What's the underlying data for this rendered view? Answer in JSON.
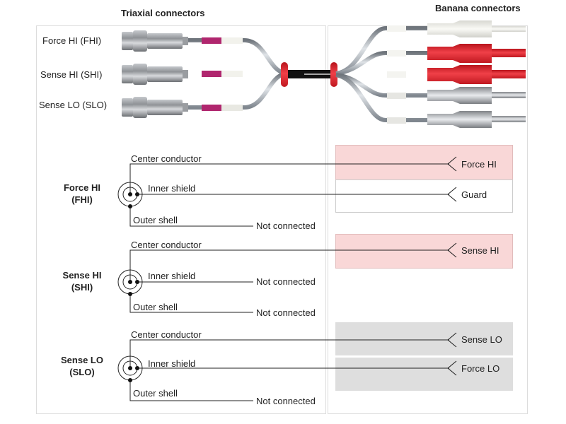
{
  "headers": {
    "triaxial": "Triaxial connectors",
    "banana": "Banana connectors"
  },
  "photo": {
    "triax_labels": [
      "Force HI (FHI)",
      "Sense HI (SHI)",
      "Sense LO (SLO)"
    ],
    "colors": {
      "triax_body": "#8f9296",
      "sleeve_magenta": "#b0266e",
      "sleeve_white": "#f2f2ec",
      "cable_grey": "#9aa0a8",
      "ring_red": "#c8201c",
      "trunk_black": "#111111",
      "banana_white": "#eeeeea",
      "banana_red": "#e3222a",
      "banana_grey": "#a0a3a6"
    },
    "banana_plugs": [
      "white",
      "red",
      "red",
      "grey",
      "grey"
    ]
  },
  "diagram": {
    "groups": [
      {
        "name": "Force HI",
        "abbr": "(FHI)",
        "center": {
          "label": "Center conductor",
          "target": "Force HI"
        },
        "inner": {
          "label": "Inner shield",
          "target": "Guard"
        },
        "outer": {
          "label": "Outer shell",
          "target": "Not connected"
        }
      },
      {
        "name": "Sense HI",
        "abbr": "(SHI)",
        "center": {
          "label": "Center conductor",
          "target": "Sense HI"
        },
        "inner": {
          "label": "Inner shield",
          "target": "Not connected"
        },
        "outer": {
          "label": "Outer shell",
          "target": "Not connected"
        }
      },
      {
        "name": "Sense LO",
        "abbr": "(SLO)",
        "center": {
          "label": "Center conductor",
          "target": "Sense LO"
        },
        "inner": {
          "label": "Inner shield",
          "target": "Force LO"
        },
        "outer": {
          "label": "Outer shell",
          "target": "Not connected"
        }
      }
    ],
    "colors": {
      "high_box": "#f9d7d7",
      "low_box": "#dedede",
      "wire": "#222222"
    }
  }
}
